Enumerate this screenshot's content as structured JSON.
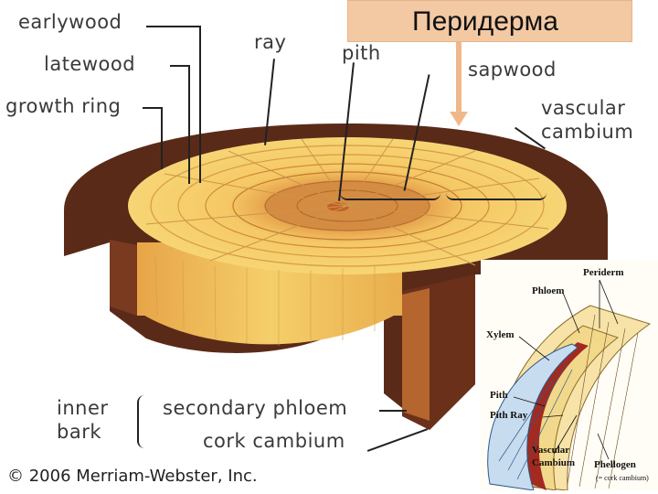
{
  "title": "Перидерма",
  "labels": {
    "earlywood": "earlywood",
    "latewood": "latewood",
    "growth_ring": "growth ring",
    "ray": "ray",
    "pith": "pith",
    "sapwood": "sapwood",
    "vascular_cambium_1": "vascular",
    "vascular_cambium_2": "cambium",
    "inner_bark_1": "inner",
    "inner_bark_2": "bark",
    "secondary_phloem": "secondary phloem",
    "cork_cambium": "cork cambium"
  },
  "copyright": "© 2006 Merriam-Webster, Inc.",
  "inset": {
    "periderm": "Periderm",
    "phloem": "Phloem",
    "xylem": "Xylem",
    "pith": "Pith",
    "pith_ray": "Pith Ray",
    "vascular_1": "Vascular",
    "vascular_2": "Cambium",
    "phellogen": "Phellogen",
    "cork_note": "(= cork cambium)"
  },
  "colors": {
    "wood_light": "#f4c860",
    "wood_mid": "#e9a94a",
    "heartwood": "#d98a3a",
    "bark": "#5a2a18",
    "title_bg": "#f3c9a3"
  }
}
